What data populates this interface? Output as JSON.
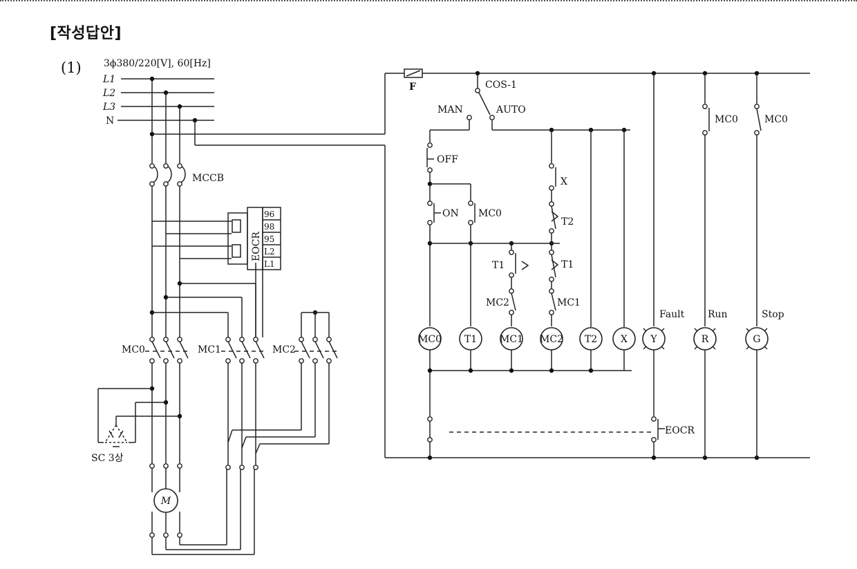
{
  "page": {
    "heading": "[작성답안]",
    "question_number": "(1)"
  },
  "power_circuit": {
    "supply_label": "3ϕ380/220[V], 60[Hz]",
    "lines": [
      "L1",
      "L2",
      "L3",
      "N"
    ],
    "breaker_label": "MCCB",
    "relay_label": "EOCR",
    "relay_terminals": [
      "96",
      "98",
      "95",
      "L2",
      "L1"
    ],
    "contactors": [
      "MC0",
      "MC1",
      "MC2"
    ],
    "capacitor_label": "SC 3상",
    "motor_label": "M"
  },
  "control_circuit": {
    "fuse_label": "F",
    "selector_label": "COS-1",
    "selector_man": "MAN",
    "selector_auto": "AUTO",
    "off_label": "OFF",
    "on_label": "ON",
    "contacts": {
      "mc0_hold": "MC0",
      "x": "X",
      "t2": "T2",
      "t1_a": "T1",
      "t1_b": "T1",
      "mc2_interlock": "MC2",
      "mc1_interlock": "MC1",
      "mc0_run": "MC0",
      "mc0_stop": "MC0",
      "eocr": "EOCR"
    },
    "coils": [
      "MC0",
      "T1",
      "MC1",
      "MC2",
      "T2",
      "X"
    ],
    "lamps": [
      "Y",
      "R",
      "G"
    ],
    "lamp_labels": [
      "Fault",
      "Run",
      "Stop"
    ]
  }
}
